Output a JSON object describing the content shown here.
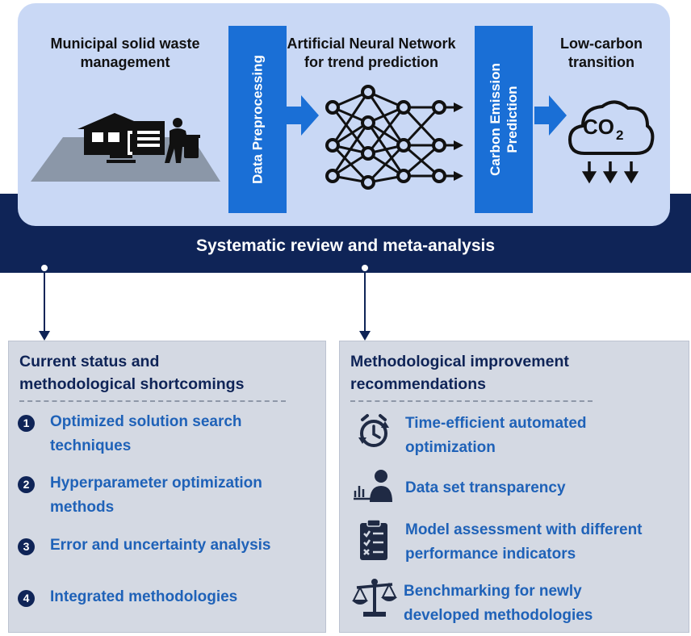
{
  "top": {
    "msw_label": "Municipal solid waste management",
    "preprocessing_label": "Data Preprocessing",
    "ann_label": "Artificial Neural Network for trend prediction",
    "carbon_label": "Carbon Emission Prediction",
    "lowcarbon_label": "Low-carbon transition",
    "co2_text": "CO",
    "co2_sub": "2"
  },
  "band": {
    "title": "Systematic review and meta-analysis"
  },
  "left_panel": {
    "title_line1": "Current status and",
    "title_line2": "methodological shortcomings",
    "items": [
      {
        "num": "1",
        "line1": "Optimized solution search",
        "line2": "techniques"
      },
      {
        "num": "2",
        "line1": "Hyperparameter optimization",
        "line2": "methods"
      },
      {
        "num": "3",
        "line1": "Error and uncertainty analysis",
        "line2": ""
      },
      {
        "num": "4",
        "line1": "Integrated methodologies",
        "line2": ""
      }
    ]
  },
  "right_panel": {
    "title_line1": "Methodological improvement",
    "title_line2": "recommendations",
    "items": [
      {
        "icon": "alarm-clock-refresh-icon",
        "line1": "Time-efficient automated",
        "line2": "optimization"
      },
      {
        "icon": "person-chart-icon",
        "line1": "Data set transparency",
        "line2": ""
      },
      {
        "icon": "clipboard-checklist-icon",
        "line1": "Model assessment with different",
        "line2": "performance indicators"
      },
      {
        "icon": "balance-scale-icon",
        "line1": "Benchmarking for newly",
        "line2": "developed methodologies"
      }
    ]
  },
  "colors": {
    "navy": "#0f2457",
    "blue": "#1a6fd6",
    "panel_top": "#c9d8f5",
    "panel_bottom": "#d4d9e3",
    "item_text": "#1f62b8"
  }
}
